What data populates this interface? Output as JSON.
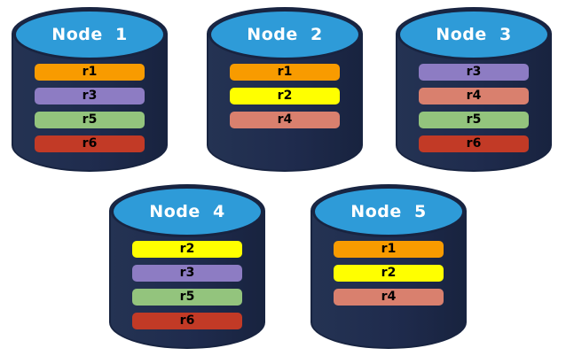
{
  "diagram": {
    "type": "database-replication-diagram",
    "node_count": 5
  },
  "colors": {
    "background": "#FFFFFF",
    "cylinder_body": "#1F2B4D",
    "cylinder_body_light": "#243353",
    "cylinder_body_dark": "#18233F",
    "cylinder_outline": "#182441",
    "cylinder_top": "#2E9BD8",
    "node_label_text": "#FFFFFF",
    "bar_label_text": "#000000"
  },
  "replica_colors": {
    "r1": "#F89B00",
    "r2": "#FFFF00",
    "r3": "#8D7CC3",
    "r4": "#D9806E",
    "r5": "#93C47D",
    "r6": "#C23A26"
  },
  "nodes": [
    {
      "label": "Node  1",
      "replicas": [
        "r1",
        "r3",
        "r5",
        "r6"
      ]
    },
    {
      "label": "Node  2",
      "replicas": [
        "r1",
        "r2",
        "r4"
      ]
    },
    {
      "label": "Node  3",
      "replicas": [
        "r3",
        "r4",
        "r5",
        "r6"
      ]
    },
    {
      "label": "Node  4",
      "replicas": [
        "r2",
        "r3",
        "r5",
        "r6"
      ]
    },
    {
      "label": "Node  5",
      "replicas": [
        "r1",
        "r2",
        "r4"
      ]
    }
  ]
}
